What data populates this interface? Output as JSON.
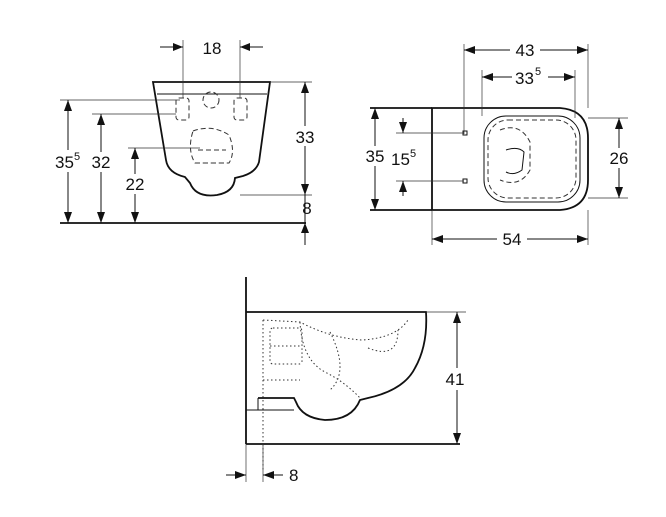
{
  "front_view": {
    "dim_pipe_spacing": "18",
    "dim_bowl_height": "33",
    "dim_base_offset": "8",
    "dim_total_height_main": "35",
    "dim_total_height_sup": "5",
    "dim_outlet_height": "32",
    "dim_inlet_height": "22"
  },
  "top_view": {
    "dim_overall_width": "43",
    "dim_inner_width_main": "33",
    "dim_inner_width_sup": "5",
    "dim_depth": "35",
    "dim_bolt_spacing_main": "15",
    "dim_bolt_spacing_sup": "5",
    "dim_seat_width": "26",
    "dim_length": "54"
  },
  "side_view": {
    "dim_height": "41",
    "dim_wall_offset": "8"
  }
}
